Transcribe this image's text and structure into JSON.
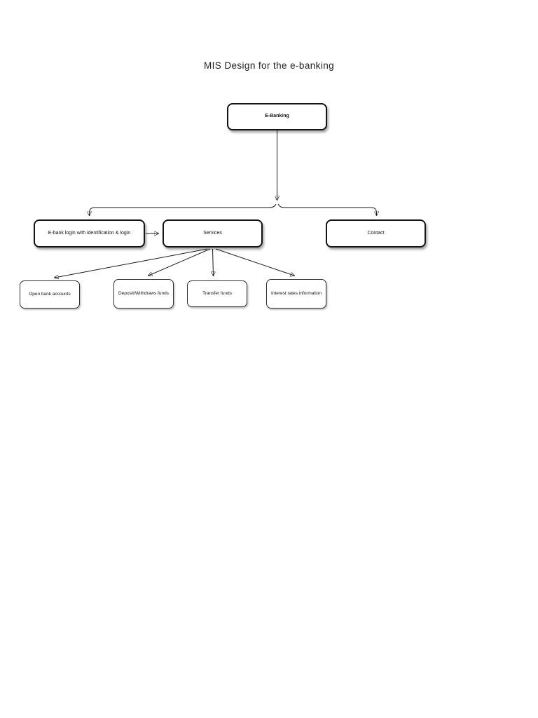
{
  "page": {
    "title": "MIS Design for the e-banking",
    "background": "#ffffff"
  },
  "diagram": {
    "type": "hierarchy-flowchart",
    "nodes": {
      "ebanking": {
        "label": "E-Banking"
      },
      "login": {
        "label": "E-bank login with identification & login"
      },
      "services": {
        "label": "Services"
      },
      "contact": {
        "label": "Contact"
      },
      "open_accounts": {
        "label": "Open bank accounts"
      },
      "deposit": {
        "label": "Deposit/Withdraws funds"
      },
      "transfer": {
        "label": "Transfer funds"
      },
      "interest": {
        "label": "Interest rates information"
      }
    },
    "edges": [
      {
        "from": "ebanking",
        "to": "login"
      },
      {
        "from": "ebanking",
        "to": "contact"
      },
      {
        "from": "login",
        "to": "services"
      },
      {
        "from": "services",
        "to": "open_accounts"
      },
      {
        "from": "services",
        "to": "deposit"
      },
      {
        "from": "services",
        "to": "transfer"
      },
      {
        "from": "services",
        "to": "interest"
      }
    ],
    "colors": {
      "box_border": "#141414",
      "box_fill": "#ffffff",
      "line": "#1a1a1a",
      "text": "#111111",
      "shadow": "rgba(0,0,0,0.35)"
    }
  }
}
